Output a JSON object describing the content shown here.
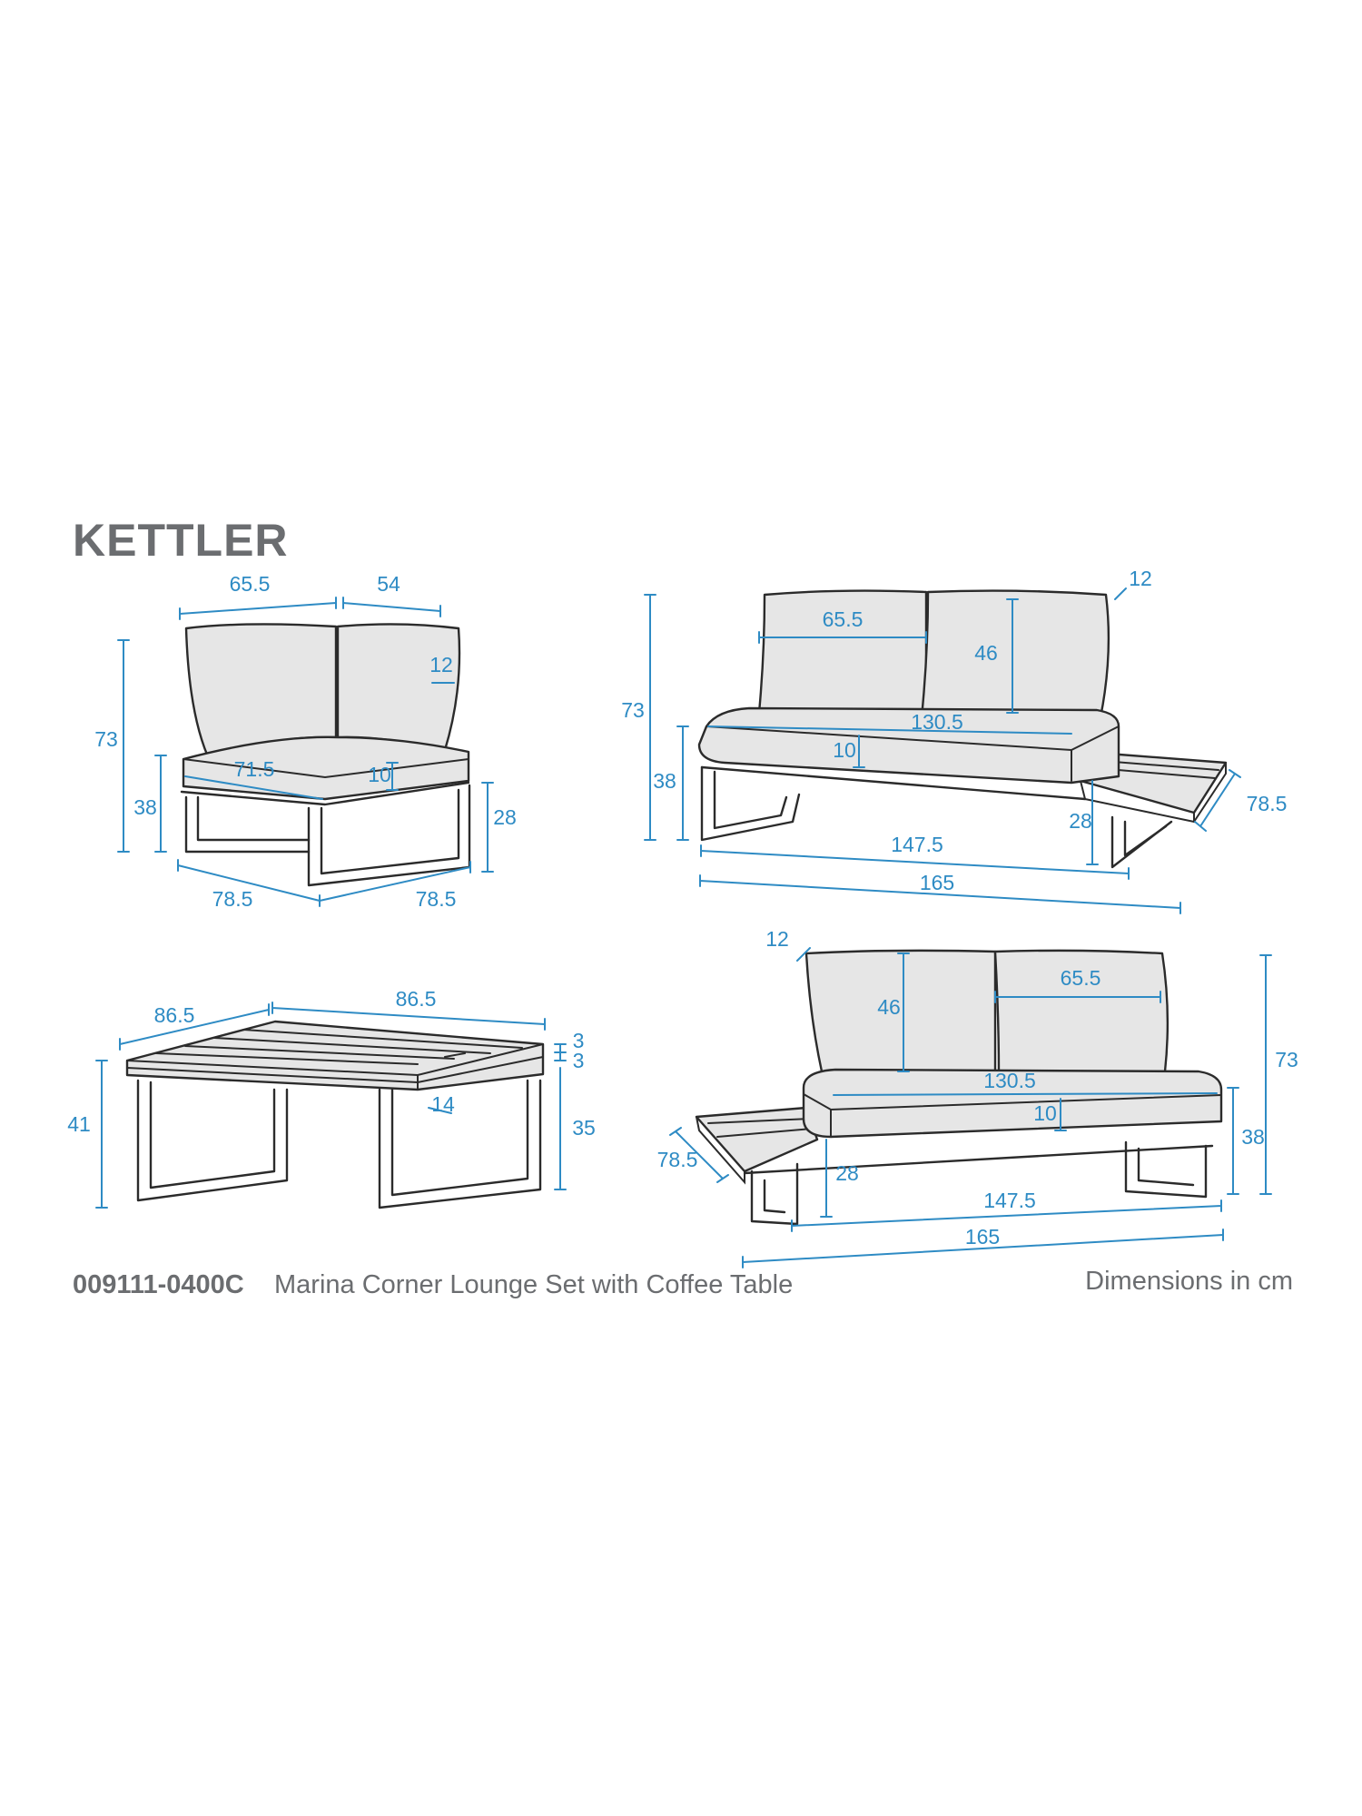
{
  "brand": "KETTLER",
  "product_code": "009111-0400C",
  "product_name": "Marina Corner Lounge Set with Coffee Table",
  "units_note": "Dimensions in cm",
  "colors": {
    "dimension_blue": "#2e8bc4",
    "text_grey": "#6b6d70",
    "outline": "#2b2b2b",
    "cushion_fill": "#e6e6e6"
  },
  "corner_chair": {
    "width_a": "65.5",
    "width_b": "54",
    "back_thickness": "12",
    "height": "73",
    "seat_depth": "71.5",
    "cushion_thickness": "10",
    "seat_height": "38",
    "frame_height": "28",
    "depth_left": "78.5",
    "depth_right": "78.5"
  },
  "coffee_table": {
    "depth": "86.5",
    "width": "86.5",
    "top_a": "3",
    "top_b": "3",
    "height": "41",
    "frame_height": "35",
    "slat": "14"
  },
  "sofa_right": {
    "back_thickness": "12",
    "cushion_width": "65.5",
    "back_height": "46",
    "height": "73",
    "seat_width": "130.5",
    "cushion_thickness": "10",
    "seat_height": "38",
    "frame_height": "28",
    "depth": "78.5",
    "frame_width": "147.5",
    "total_width": "165"
  },
  "sofa_left": {
    "back_thickness": "12",
    "back_height": "46",
    "cushion_width": "65.5",
    "height": "73",
    "seat_width": "130.5",
    "cushion_thickness": "10",
    "seat_height": "38",
    "depth": "78.5",
    "frame_height": "28",
    "frame_width": "147.5",
    "total_width": "165"
  }
}
